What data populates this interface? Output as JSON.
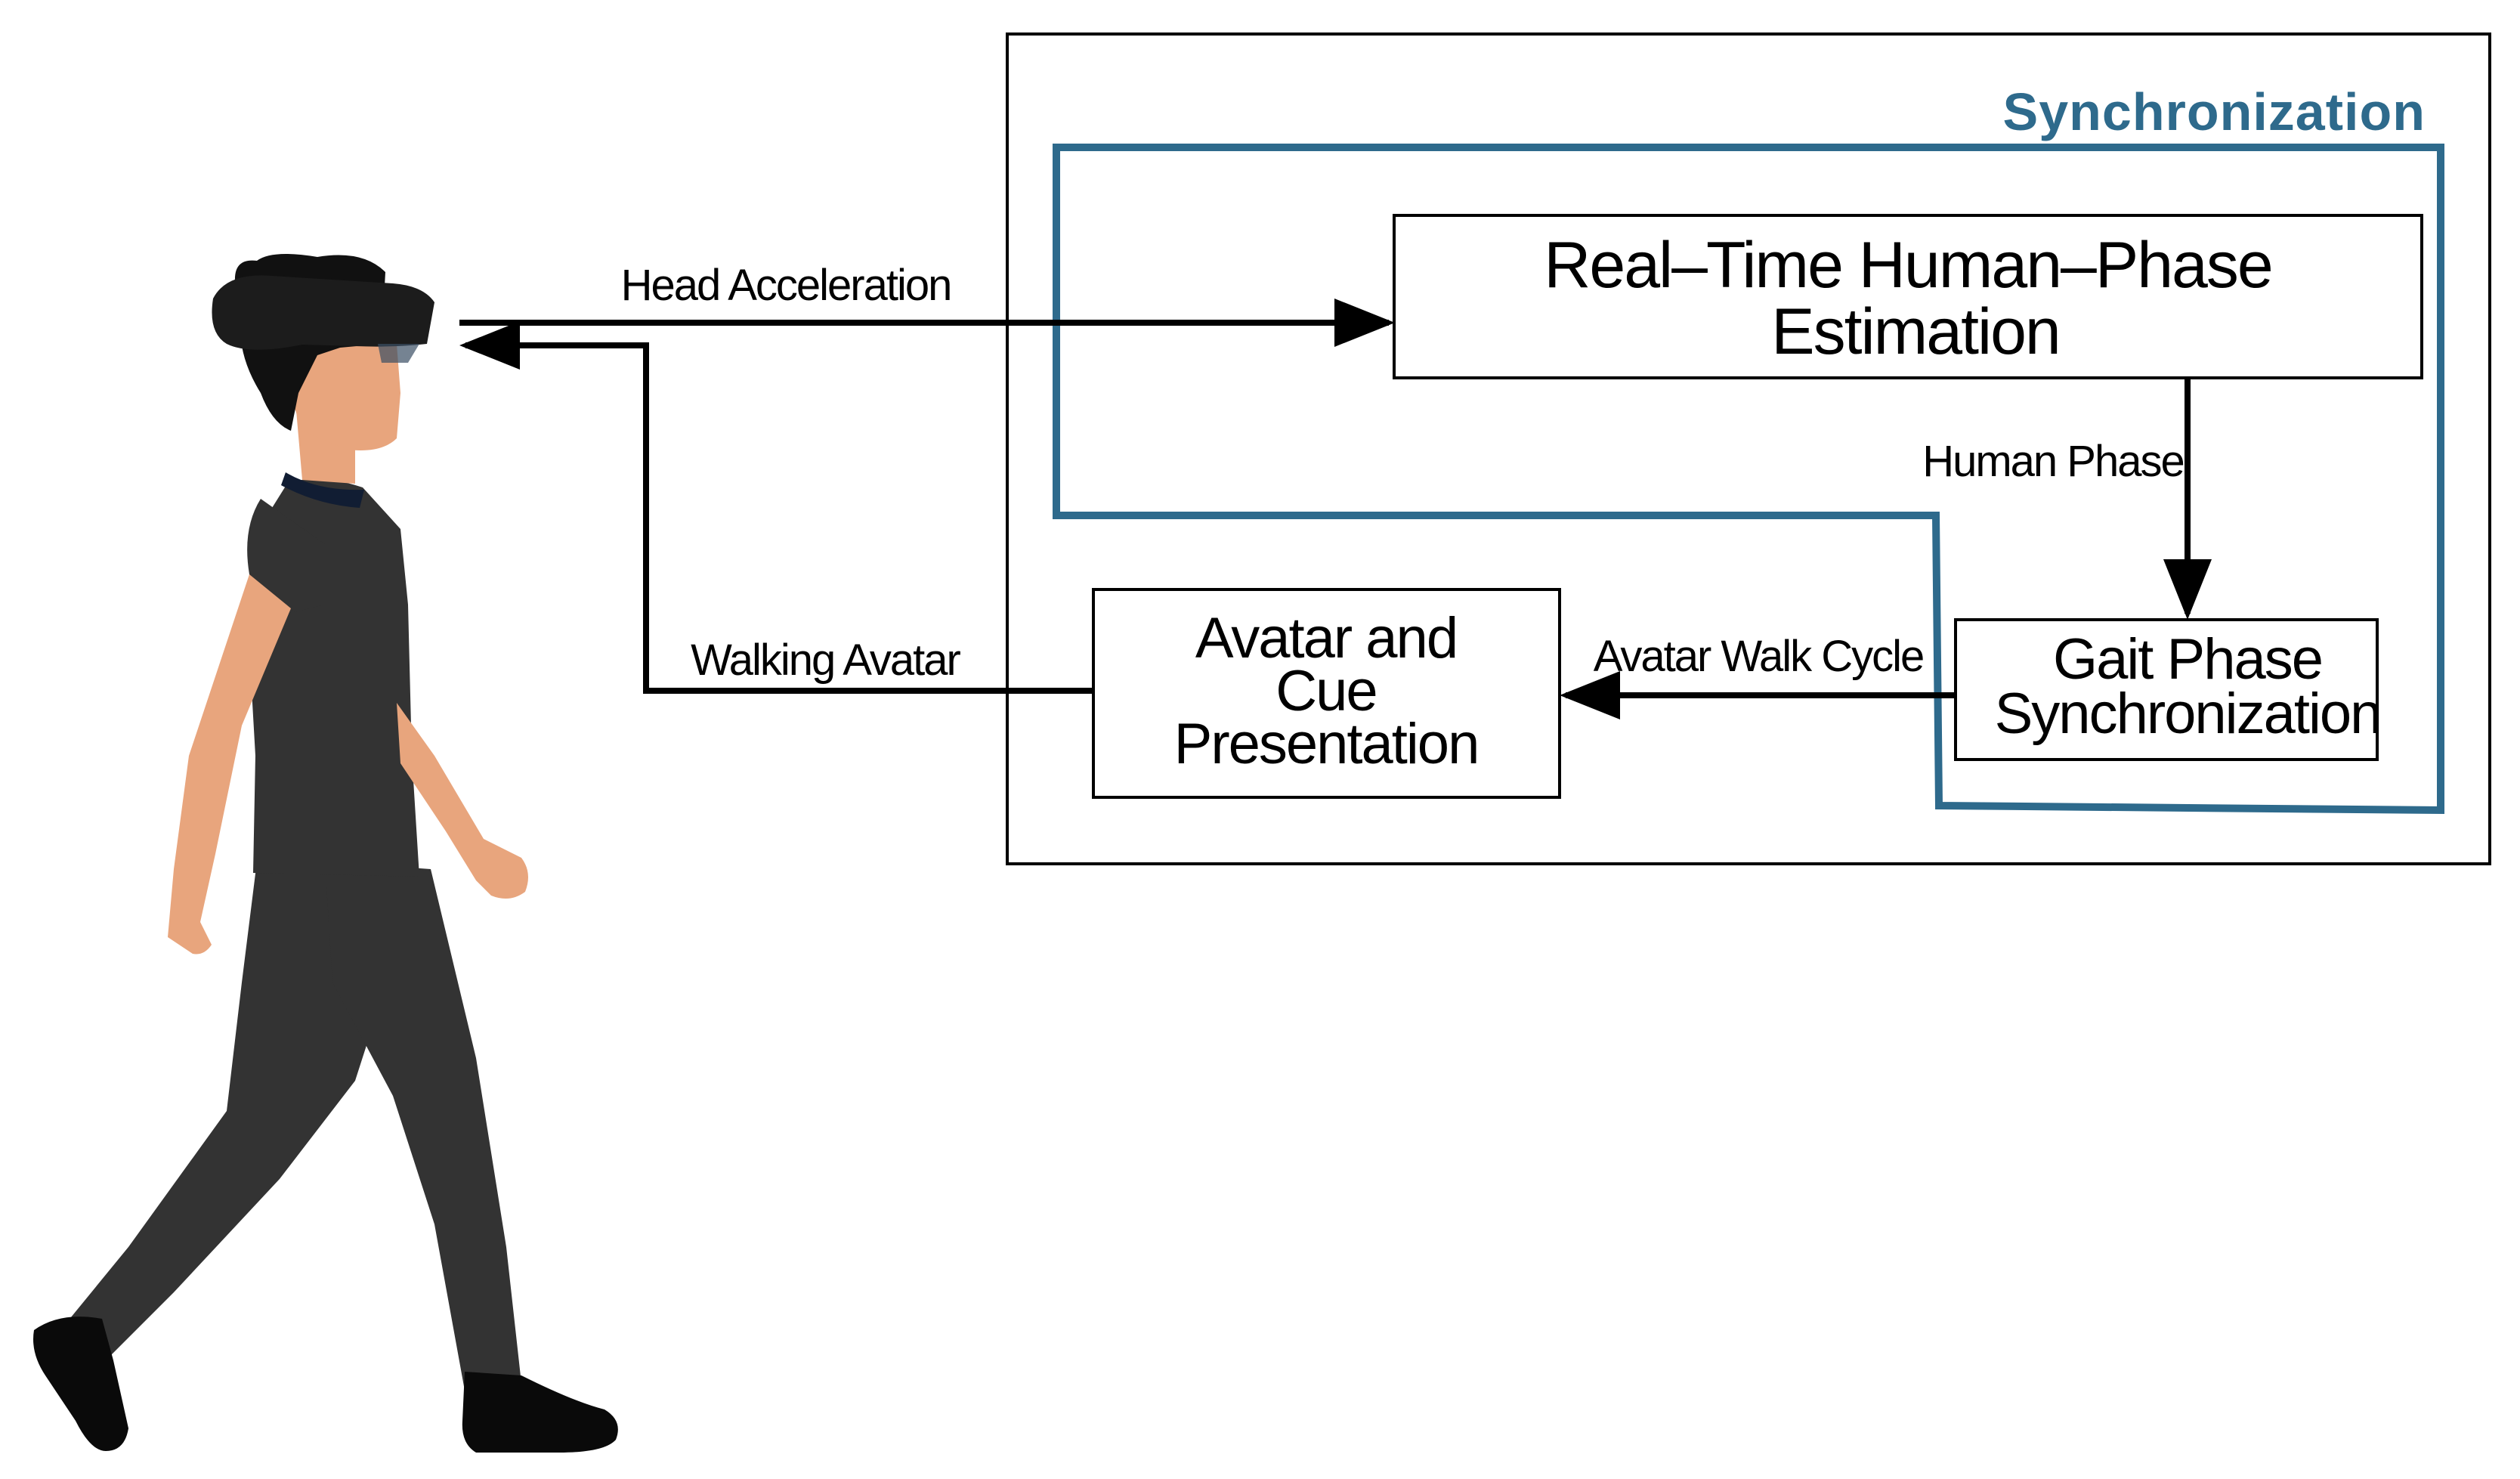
{
  "title": "",
  "colors": {
    "sync": "#2e6a8c",
    "skin": "#e8a57d",
    "clothing": "#333333",
    "hair": "#111111",
    "collar": "#111d33",
    "headset": "#1c1c1c",
    "line": "#000000"
  },
  "figure": {
    "icon": "person-walking-with-headset-icon"
  },
  "groups": {
    "synchronization": {
      "label": "Synchronization"
    }
  },
  "nodes": {
    "phase_estimation": {
      "line1": "Real–Time Human–Phase",
      "line2": "Estimation"
    },
    "gait_sync": {
      "line1": "Gait Phase",
      "line2": "Synchronization"
    },
    "avatar_cue": {
      "line1": "Avatar and",
      "line2": "Cue",
      "line3": "Presentation"
    }
  },
  "edges": {
    "head_acceleration": "Head Acceleration",
    "human_phase": "Human Phase",
    "avatar_walk_cycle": "Avatar Walk Cycle",
    "walking_avatar": "Walking Avatar"
  }
}
